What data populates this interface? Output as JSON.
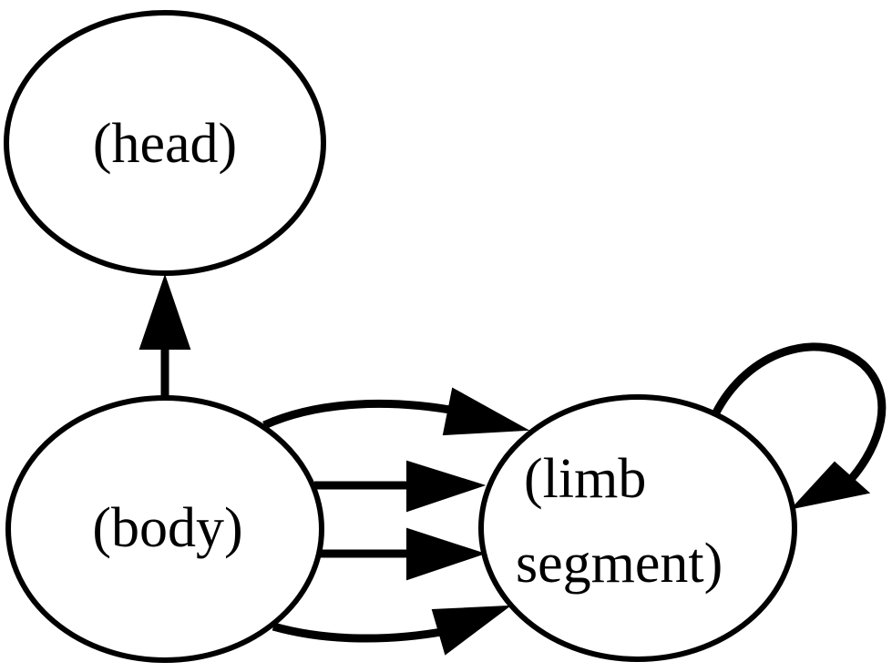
{
  "diagram": {
    "type": "directed-graph",
    "colors": {
      "stroke": "#000000",
      "fill": "#ffffff"
    },
    "nodes": [
      {
        "id": "head",
        "label": "(head)"
      },
      {
        "id": "body",
        "label": "(body)"
      },
      {
        "id": "limb",
        "label_line1": "(limb",
        "label_line2": "segment)"
      }
    ],
    "edges": [
      {
        "from": "body",
        "to": "head"
      },
      {
        "from": "body",
        "to": "limb"
      },
      {
        "from": "body",
        "to": "limb"
      },
      {
        "from": "body",
        "to": "limb"
      },
      {
        "from": "body",
        "to": "limb"
      },
      {
        "from": "limb",
        "to": "limb"
      }
    ]
  }
}
